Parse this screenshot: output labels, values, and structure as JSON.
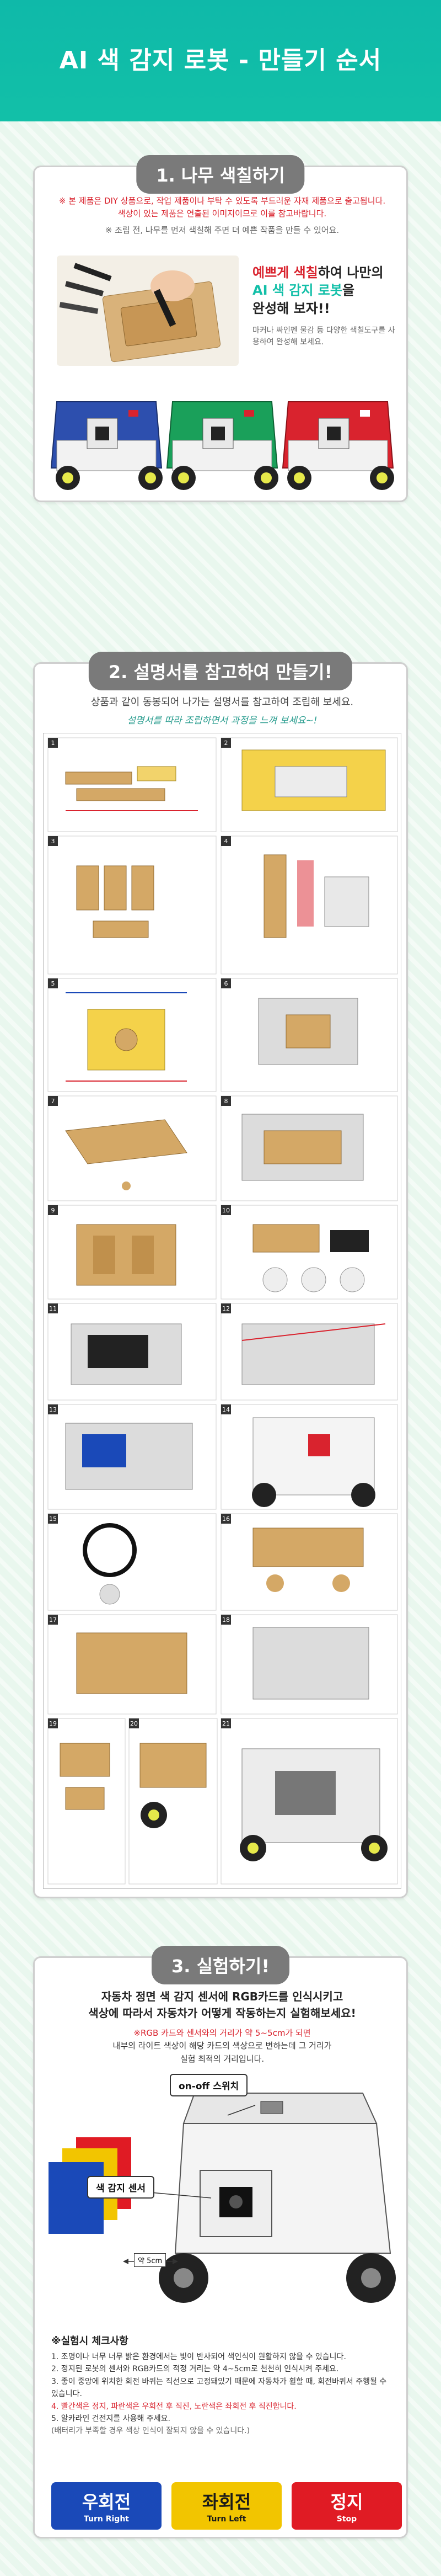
{
  "header": {
    "title": "AI 색 감지 로봇 - 만들기 순서"
  },
  "sections": [
    {
      "id": "s1",
      "title": "1. 나무 색칠하기",
      "notes_red": [
        "※ 본 제품은 DIY 상품으로, 작업 제품이나 부탁 수 있도록 부드러운 자재 제품으로 출고됩니다.",
        "색상이 있는 제품은 연출된 이미지이므로 이를 참고바랍니다."
      ],
      "note_gray": "※ 조립 전, 나무를 먼저 색칠해 주면 더 예쁜 작품을 만들 수 있어요.",
      "callout": {
        "line1_hl": "예쁘게 색칠",
        "line1": "하여 나만의",
        "line2_hl": "AI 색 감지 로봇",
        "line2": "을",
        "line3": "완성해 보자!!",
        "sub": "마커나 싸인펜 물감 등 다양한 색칠도구를 사용하여 완성해 보세요."
      }
    },
    {
      "id": "s2",
      "title": "2. 설명서를 참고하여 만들기!",
      "intro": "상품과 같이 동봉되어 나가는 설명서를 참고하여 조립해 보세요.",
      "handwrite": "설명서를 따라 조립하면서 과정을 느껴 보세요~!"
    },
    {
      "id": "s3",
      "title": "3. 실험하기!",
      "headline1": "자동차 정면 색 감지 센서에 RGB카드를 인식시키고",
      "headline2": "색상에 따라서 자동차가 어떻게 작동하는지 실험해보세요!",
      "sub1": "※RGB 카드와 센서와의 거리가 약 5~5cm가 되면",
      "sub2": "내부의 라이트 색상이 해당 카드의 색상으로 변하는데 그 거리가",
      "sub3": "실험 최적의 거리입니다.",
      "label_switch": "on-off 스위치",
      "label_sensor": "색 감지 센서",
      "label_dist": "약 5cm",
      "checklist_title": "※실험시 체크사항",
      "checklist": [
        "1. 조명이나 너무 너무 밝은 환경에서는 빛이 반사되어 색인식이 원활하지 않을 수 있습니다.",
        "2. 정지된 로봇의 센서와 RGB카드의 적정 거리는 약 4~5cm로 천천히 인식시켜 주세요.",
        "3. 좋이 중앙에 위치한 회전 바퀴는 직선으로 고정돼있기 때문에 자동차가 휠할 때, 회전바퀴서 주행될 수 있습니다.",
        "4. 빨간색은 정지, 파란색은 우회전 후 직진, 노란색은 좌회전 후 직진합니다.",
        "5. 알카라인 건전지를 사용해 주세요.",
        "(배터리가 부족할 경우 색상 인식이 잘되지 않을 수 있습니다.)"
      ],
      "buttons": [
        {
          "ko": "우회전",
          "en": "Turn Right",
          "color": "#1a49b8"
        },
        {
          "ko": "좌회전",
          "en": "Turn Left",
          "color": "#f2c500"
        },
        {
          "ko": "정지",
          "en": "Stop",
          "color": "#e01b24"
        }
      ]
    }
  ],
  "colors": {
    "teal": "#12bfa8",
    "gray_pill": "#7a7a7a",
    "red": "#d9232e",
    "blue": "#1a49b8",
    "yellow": "#f2c500",
    "green": "#1aa05a"
  }
}
